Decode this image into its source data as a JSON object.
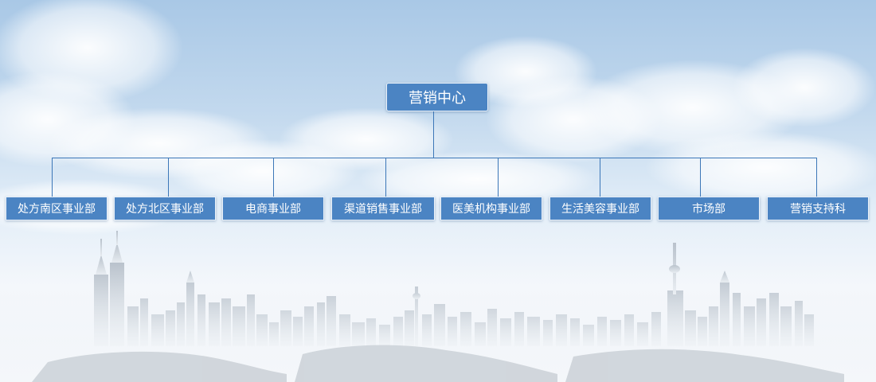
{
  "org_chart": {
    "root": {
      "label": "营销中心"
    },
    "children": [
      {
        "label": "处方南区事业部"
      },
      {
        "label": "处方北区事业部"
      },
      {
        "label": "电商事业部"
      },
      {
        "label": "渠道销售事业部"
      },
      {
        "label": "医美机构事业部"
      },
      {
        "label": "生活美容事业部"
      },
      {
        "label": "市场部"
      },
      {
        "label": "营销支持科"
      }
    ]
  },
  "colors": {
    "node_fill": "#4b84c3",
    "node_border": "#e9f1fa",
    "connector": "#3c77b8",
    "sky_top": "#a9c8e6",
    "ground": "#eef2f6"
  }
}
